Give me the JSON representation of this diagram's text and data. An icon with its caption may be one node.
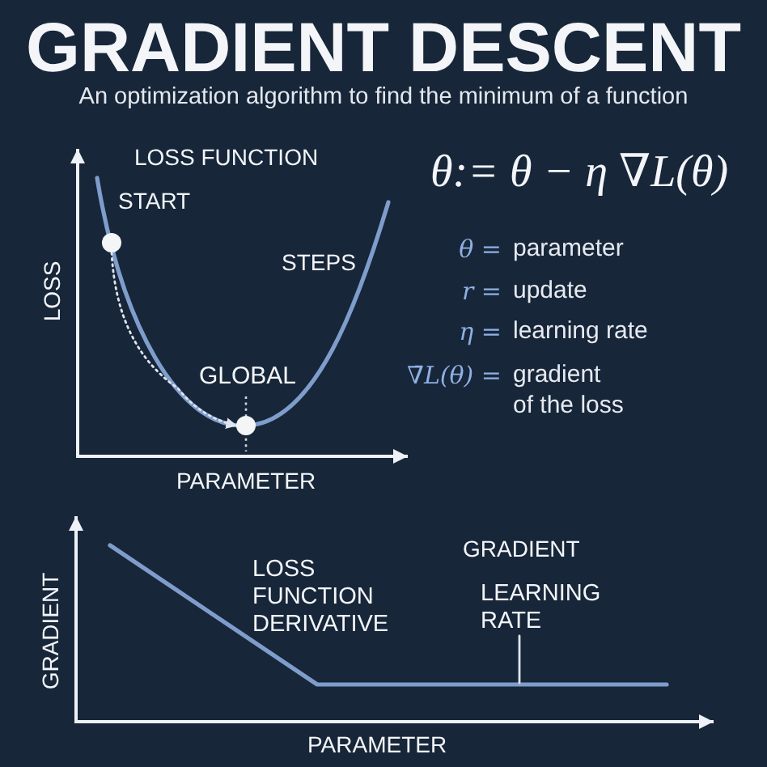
{
  "diagram": {
    "title": "GRADIENT DESCENT",
    "nodes": [
      {
        "text": [],
        "shape": "circle",
        "beside": [
          "START"
        ]
      },
      {
        "text": [],
        "shape": "circle",
        "beside": [
          "GLOBAL"
        ]
      },
      {
        "text": [
          "LEARNING RATE"
        ]
      }
    ],
    "edges": [
      {
        "from": 0,
        "to": 1,
        "arrow": "to",
        "style": "dashed"
      },
      {
        "from": 2,
        "to": null,
        "arrow": "none"
      }
    ],
    "labels": [
      "An optimization algorithm to find the minimum of a function",
      "LOSS FUNCTION",
      "θ:= θ − η ∇L(θ)",
      "STEPS",
      "LOSS",
      "θ =",
      "parameter",
      "r =",
      "update",
      "η =",
      "learning rate",
      "∇̄L(θ) =",
      "gradient of the loss",
      "PARAMETER",
      "GRADIENT",
      "LOSS FUNCTION DERIVATIVE",
      "GRADIENT",
      "PARAMETER"
    ]
  }
}
